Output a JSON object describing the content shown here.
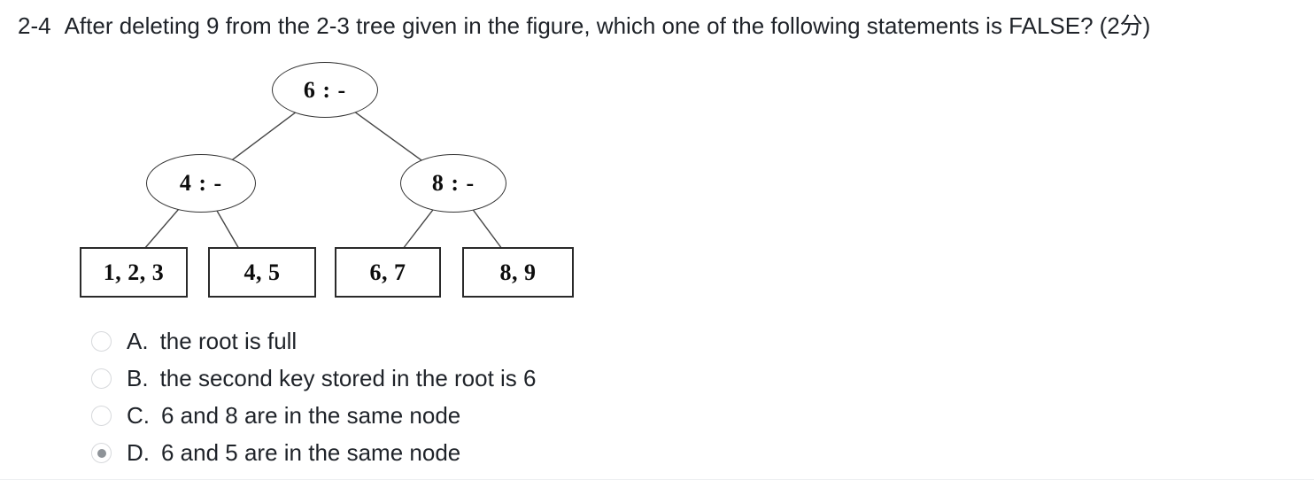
{
  "question": {
    "number": "2-4",
    "text": "After deleting 9 from the 2-3 tree given in the figure, which one of the following statements is FALSE?",
    "points": "(2分)"
  },
  "tree": {
    "internal_nodes": [
      {
        "id": "root",
        "label": "6 : -"
      },
      {
        "id": "left",
        "label": "4 : -"
      },
      {
        "id": "right",
        "label": "8 : -"
      }
    ],
    "leaf_nodes": [
      {
        "label": "1, 2, 3"
      },
      {
        "label": "4, 5"
      },
      {
        "label": "6, 7"
      },
      {
        "label": "8, 9"
      }
    ]
  },
  "options": {
    "items": [
      {
        "letter": "A.",
        "text": "the root is full",
        "selected": false
      },
      {
        "letter": "B.",
        "text": "the second key stored in the root is 6",
        "selected": false
      },
      {
        "letter": "C.",
        "text": "6 and 8 are in the same node",
        "selected": false
      },
      {
        "letter": "D.",
        "text": "6 and 5 are in the same node",
        "selected": true
      }
    ]
  }
}
